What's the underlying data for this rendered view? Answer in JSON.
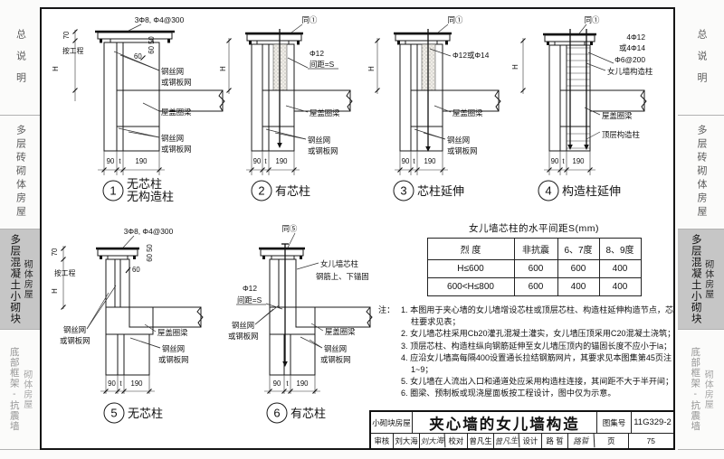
{
  "sidebar": {
    "sections": [
      {
        "main": "总说明",
        "sub": ""
      },
      {
        "main": "多层砖砌体房屋",
        "sub": ""
      },
      {
        "main": "多层混凝土小砌块",
        "sub": "砌体房屋"
      },
      {
        "main": "底部框架-抗震墙",
        "sub": "砌体房屋"
      }
    ]
  },
  "labels": {
    "mesh_1": "钢丝网",
    "mesh_2": "或钢板网",
    "ring_beam": "屋盖圈梁",
    "phi12": "Φ12",
    "spacing_s": "间距=S",
    "phi12_or_14": "Φ12或Φ14",
    "col_bars_1": "4Φ12",
    "col_bars_2": "或4Φ14",
    "col_ties": "Φ6@200",
    "parapet_col": "女儿墙构造柱",
    "top_floor_col": "顶层构造柱",
    "parapet_core_col": "女儿墙芯柱",
    "core_anchor": "钢筋上、下锚固",
    "per_project": "按工程",
    "height_h": "H",
    "dim_70": "70",
    "dim_60": "60",
    "dim_60_50": "60 50",
    "dim_90": "90",
    "dim_t": "t",
    "dim_190": "190"
  },
  "details": [
    {
      "num": "1",
      "top": "3Φ8, Φ4@300",
      "cap1": "无芯柱",
      "cap2": "无构造柱"
    },
    {
      "num": "2",
      "top": "同①",
      "cap1": "有芯柱"
    },
    {
      "num": "3",
      "top": "同①",
      "cap1": "芯柱延伸"
    },
    {
      "num": "4",
      "top": "同①",
      "cap1": "构造柱延伸"
    },
    {
      "num": "5",
      "top": "3Φ8, Φ4@300",
      "cap1": "无芯柱"
    },
    {
      "num": "6",
      "top": "同⑤",
      "cap1": "有芯柱"
    }
  ],
  "table": {
    "title": "女儿墙芯柱的水平间距S(mm)",
    "headers": [
      "烈  度",
      "非抗震",
      "6、7度",
      "8、9度"
    ],
    "rows": [
      [
        "H≤600",
        "600",
        "600",
        "400"
      ],
      [
        "600<H≤800",
        "600",
        "400",
        "400"
      ]
    ]
  },
  "notes": {
    "prefix": "注：",
    "items": [
      "1. 本图用于夹心墙的女儿墙增设芯柱或顶层芯柱、构造柱延伸构造节点，芯柱要求见表；",
      "2. 女儿墙芯柱采用Cb20灌孔混凝土灌实，女儿墙压顶采用C20混凝土浇筑；",
      "3. 顶层芯柱、构造柱纵向钢筋延伸至女儿墙压顶内的锚固长度不应小于la；",
      "4. 应沿女儿墙高每隔400设置通长拉结钢筋网片，其要求见本图集第45页注1~9；",
      "5. 女儿墙在人流出入口和通道处应采用构造柱连接，其间距不大于半开间；",
      "6. 圈梁、预制板或现浇屋面板按工程设计，图中仅为示意。"
    ]
  },
  "titleblock": {
    "category": "小砌块房屋",
    "title": "夹心墙的女儿墙构造",
    "atlas_label": "图集号",
    "atlas_no": "11G329-2",
    "page_label": "页",
    "page_no": "75",
    "staff": [
      {
        "role": "审核",
        "name": "刘大海",
        "sig": "刘大海"
      },
      {
        "role": "校对",
        "name": "曾凡生",
        "sig": "曾凡生"
      },
      {
        "role": "设计",
        "name": "路 晢",
        "sig": "路晢"
      }
    ]
  }
}
